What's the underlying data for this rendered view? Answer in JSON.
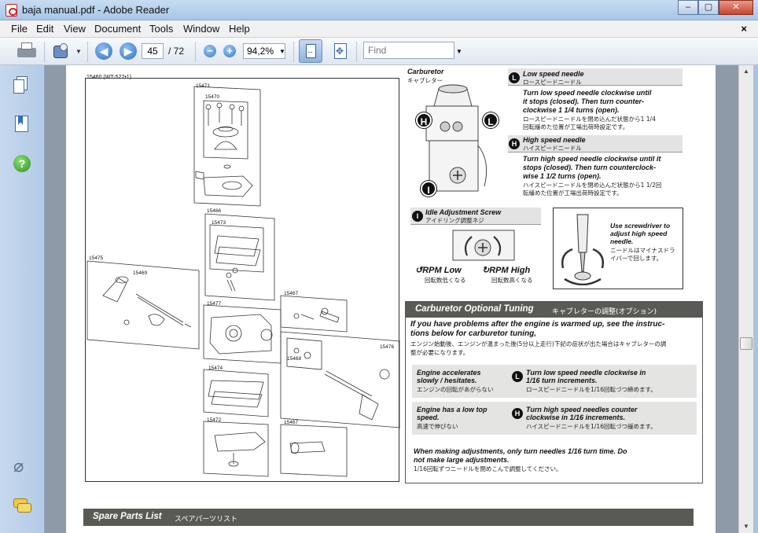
{
  "window": {
    "title": "baja manual.pdf - Adobe Reader",
    "min": "–",
    "max": "▢",
    "close": "✕"
  },
  "menu": [
    "File",
    "Edit",
    "View",
    "Document",
    "Tools",
    "Window",
    "Help"
  ],
  "menu_close": "×",
  "toolbar": {
    "page_current": "45",
    "page_total": "/ 72",
    "zoom": "94,2%",
    "find_placeholder": "Find",
    "prev": "◀",
    "next": "▶",
    "zoom_out": "−",
    "zoom_in": "+"
  },
  "diagram": {
    "frame_label": "15460 (WT-527•1)",
    "parts": [
      "15471",
      "15470",
      "15466",
      "15473",
      "15475",
      "15469",
      "15477",
      "15467",
      "15476",
      "15468",
      "15474",
      "15472",
      "15467"
    ]
  },
  "carburetor": {
    "title": "Carburetor",
    "title_jp": "キャブレター",
    "low": {
      "title": "Low speed needle",
      "title_jp": "ロースピードニードル",
      "text1": "Turn low speed needle clockwise until",
      "text2": "it stops (closed). Then turn counter-",
      "text3": "clockwise 1 1/4 turns (open).",
      "jp1": "ロースピードニードルを閉め込んだ状態から1 1/4",
      "jp2": "回転緩めた位置が工場出荷時設定です。"
    },
    "high": {
      "title": "High speed needle",
      "title_jp": "ハイスピードニードル",
      "text1": "Turn high speed needle clockwise until it",
      "text2": "stops (closed). Then turn counterclock-",
      "text3": "wise 1 1/2 turns (open).",
      "jp1": "ハイスピードニードルを閉め込んだ状態から1 1/2回",
      "jp2": "転緩めた位置が工場出荷時設定です。"
    },
    "idle": {
      "title": "Idle Adjustment Screw",
      "title_jp": "アイドリング調整ネジ",
      "rpm_low": "RPM Low",
      "rpm_low_jp": "回転数低くなる",
      "rpm_high": "RPM High",
      "rpm_high_jp": "回転数高くなる"
    },
    "screwdriver": {
      "l1": "Use screwdriver to",
      "l2": "adjust high speed",
      "l3": "needle.",
      "jp1": "ニードルはマイナスドラ",
      "jp2": "イバーで回します。"
    },
    "badges": {
      "L": "L",
      "H": "H",
      "I": "I"
    }
  },
  "tuning": {
    "title": "Carburetor Optional Tuning",
    "title_jp": "キャブレターの調整(オプション)",
    "intro1": "If you have problems after the engine is warmed up, see the instruc-",
    "intro2": "tions below for carburetor tuning,",
    "intro_jp1": "エンジン始動後、エンジンが温まった後(5分以上走行)下記の症状が出た場合はキャブレターの調",
    "intro_jp2": "整が必要になります。",
    "row1": {
      "sym1": "Engine accelerates",
      "sym2": "slowly / hesitates.",
      "sym_jp": "エンジンの回転があがらない",
      "fix1": "Turn low speed needle clockwise in",
      "fix2": "1/16 turn increments.",
      "fix_jp": "ロースピードニードルを1/16回転づつ締めます。"
    },
    "row2": {
      "sym1": "Engine has a low top",
      "sym2": "speed.",
      "sym_jp": "高速で伸びない",
      "fix1": "Turn high speed needles counter",
      "fix2": "clockwise in 1/16 increments.",
      "fix_jp": "ハイスピードニードルを1/16回転づつ緩めます。"
    },
    "note1": "When making adjustments, only turn needles 1/16 turn time. Do",
    "note2": "not make large adjustments.",
    "note_jp": "1/16回転ずつニードルを閉めこんで調整してください。"
  },
  "spare": {
    "title": "Spare Parts List",
    "title_jp": "スペアパーツリスト"
  }
}
